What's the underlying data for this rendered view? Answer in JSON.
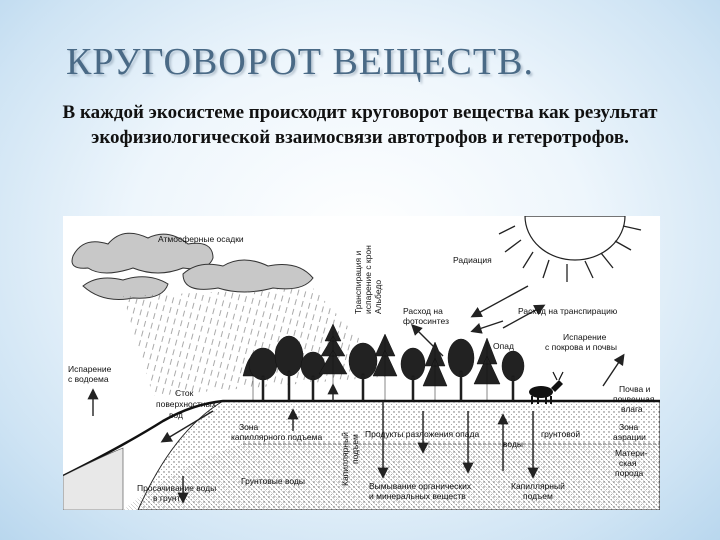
{
  "title": "КРУГОВОРОТ ВЕЩЕСТВ.",
  "subtitle": "В каждой экосистеме происходит круговорот вещества как результат экофизиологической взаимосвязи автотрофов и гетеротрофов.",
  "diagram": {
    "labels": {
      "precipitation": "Атмосферные осадки",
      "transpiration_1": "Транспирация и",
      "transpiration_2": "испарение с крон",
      "albedo": "Альбедо",
      "radiation": "Радиация",
      "photosynthesis_1": "Расход на",
      "photosynthesis_2": "фотосинтез",
      "transpiration_use": "Расход на транспирацию",
      "evap_water_1": "Испарение",
      "evap_water_2": "с водоема",
      "evap_soil_1": "Испарение",
      "evap_soil_2": "с покрова и почвы",
      "litter": "Опад",
      "runoff_1": "Сток",
      "runoff_2": "поверхностных",
      "runoff_3": "вод",
      "soil_moisture_1": "Почва и",
      "soil_moisture_2": "почвенная",
      "soil_moisture_3": "влага",
      "aeration_1": "Зона",
      "aeration_2": "аэрации",
      "bedrock_1": "Матери-",
      "bedrock_2": "ская",
      "bedrock_3": "порода",
      "capillary_zone_1": "Зона",
      "capillary_zone_2": "капиллярного подъема",
      "capillary_rise_v_1": "Капиллярный",
      "capillary_rise_v_2": "подъем",
      "decomposition": "Продукты разложения опада",
      "groundwater_flow": "грунтовой",
      "groundwater_flow_2": "воды",
      "groundwater": "Грунтовые воды",
      "leaching_1": "Вымывание органических",
      "leaching_2": "и минеральных веществ",
      "capillary_rise_1": "Капиллярный",
      "capillary_rise_2": "подъем",
      "infiltration_1": "Просачивание воды",
      "infiltration_2": "в грунт"
    }
  }
}
